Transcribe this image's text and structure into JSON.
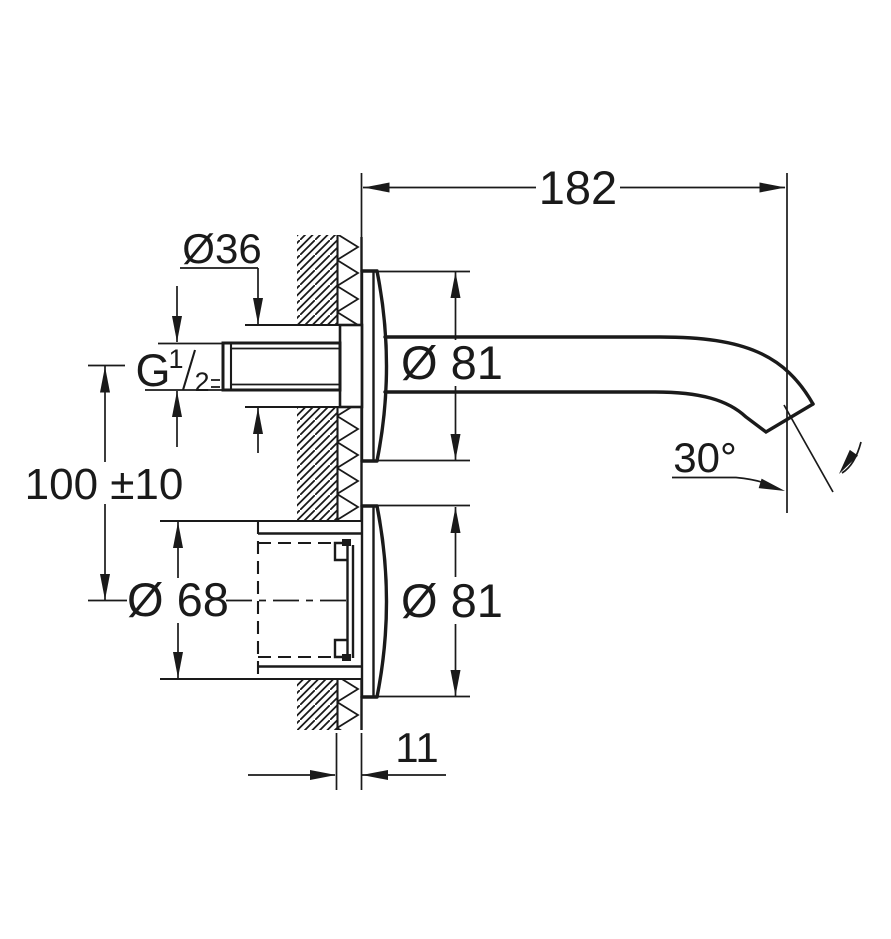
{
  "drawing": {
    "labels": {
      "reach": "182",
      "sleeve_diameter": "Ø36",
      "thread": {
        "letter": "G",
        "numerator": "1",
        "denominator": "2"
      },
      "escutcheon_upper_diameter": "Ø 81",
      "escutcheon_lower_diameter": "Ø 81",
      "mounting_height": "100 ±10",
      "recess_diameter": "Ø 68",
      "spout_angle": "30°",
      "wall_finish_thickness": "11"
    },
    "colors": {
      "line": "#1a1a1a",
      "background": "#ffffff"
    }
  }
}
